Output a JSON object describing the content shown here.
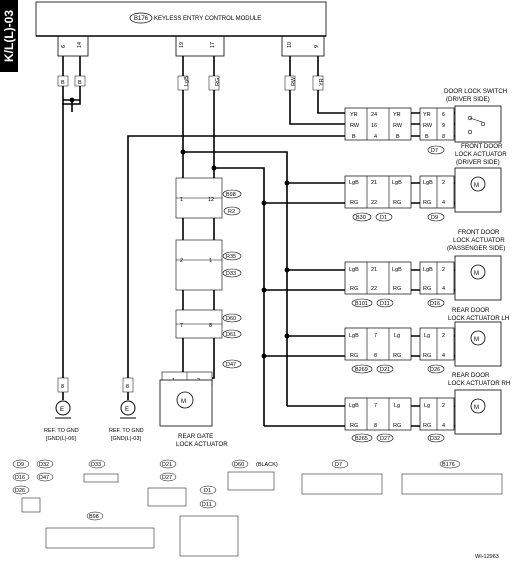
{
  "side_tab": "K/L(L)-03",
  "module": {
    "id": "B176",
    "name": "KEYLESS ENTRY CONTROL MODULE"
  },
  "module_pins": [
    "6",
    "14",
    "19",
    "17",
    "10",
    "9"
  ],
  "wire_colors": {
    "b": "B",
    "lgb": "LgB",
    "rg": "RG",
    "rw": "RW",
    "yr": "YR",
    "lg": "Lg"
  },
  "door_lock_switch": {
    "title1": "DOOR LOCK SWITCH",
    "title2": "(DRIVER SIDE)",
    "conn": "D7",
    "pins": [
      "6",
      "9",
      "8"
    ],
    "mid": [
      "24",
      "16",
      "4"
    ]
  },
  "actuators": [
    {
      "title1": "FRONT DOOR",
      "title2": "LOCK ACTUATOR",
      "title3": "(DRIVER SIDE)",
      "conn": "D9",
      "pins": [
        "2",
        "4"
      ],
      "mid": [
        "21",
        "22"
      ],
      "mid_conn": [
        "B30",
        "D1"
      ]
    },
    {
      "title1": "FRONT DOOR",
      "title2": "LOCK ACTUATOR",
      "title3": "(PASSENGER SIDE)",
      "conn": "D16",
      "pins": [
        "2",
        "4"
      ],
      "mid": [
        "21",
        "22"
      ],
      "mid_conn": [
        "B101",
        "D11"
      ]
    },
    {
      "title1": "REAR DOOR",
      "title2": "LOCK ACTUATOR LH",
      "title3": "",
      "conn": "D26",
      "pins": [
        "2",
        "4"
      ],
      "mid": [
        "7",
        "8"
      ],
      "mid_conn": [
        "B269",
        "D21"
      ]
    },
    {
      "title1": "REAR DOOR",
      "title2": "LOCK ACTUATOR RH",
      "title3": "",
      "conn": "D32",
      "pins": [
        "2",
        "4"
      ],
      "mid": [
        "7",
        "8"
      ],
      "mid_conn": [
        "B265",
        "D27"
      ]
    }
  ],
  "rear_gate": {
    "title1": "REAR GATE",
    "title2": "LOCK ACTUATOR",
    "conn_labels": [
      "B98",
      "R2",
      "R35",
      "D33",
      "D60",
      "D61",
      "D47"
    ],
    "pins": [
      "1",
      "12",
      "2",
      "1",
      "2",
      "7",
      "8",
      "1",
      "2"
    ]
  },
  "grounds": [
    {
      "label1": "REF. TO GND",
      "label2": "[GND(L)-06]",
      "pin": "8"
    },
    {
      "label1": "REF. TO GND",
      "label2": "[GND(L)-03]",
      "pin": "8"
    }
  ],
  "ground_symbol": "E",
  "motor_symbol": "M",
  "legend": {
    "left_conns": [
      "D9",
      "D32",
      "D16",
      "D47",
      "D26"
    ],
    "d33": "D33",
    "d21": "D21",
    "d27": "D27",
    "d1": "D1",
    "d11": "D11",
    "d60": "D60",
    "d60_note": "(BLACK)",
    "d7": "D7",
    "b176": "B176",
    "b98": "B98"
  },
  "figure_id": "WI-12963"
}
